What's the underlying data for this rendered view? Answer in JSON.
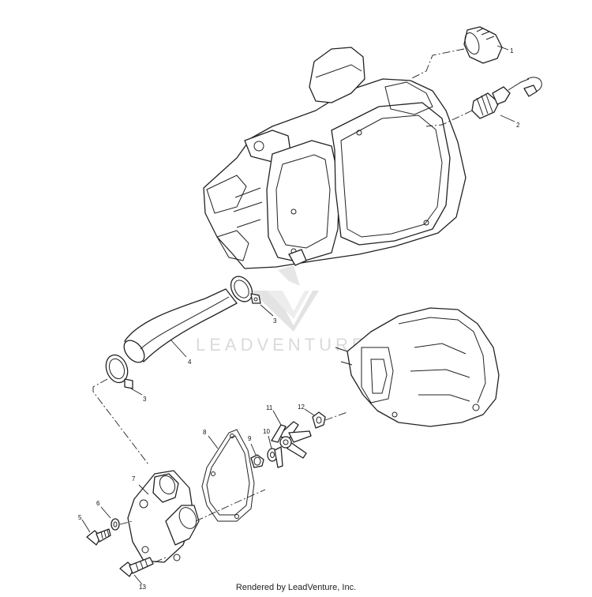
{
  "callouts": {
    "c1": "1",
    "c2": "2",
    "c3a": "3",
    "c3b": "3",
    "c4": "4",
    "c5": "5",
    "c6": "6",
    "c7": "7",
    "c8": "8",
    "c9": "9",
    "c10": "10",
    "c11": "11",
    "c12": "12",
    "c13": "13"
  },
  "watermark": {
    "text": "LEADVENTURE"
  },
  "footer": {
    "text": "Rendered by LeadVenture, Inc."
  }
}
